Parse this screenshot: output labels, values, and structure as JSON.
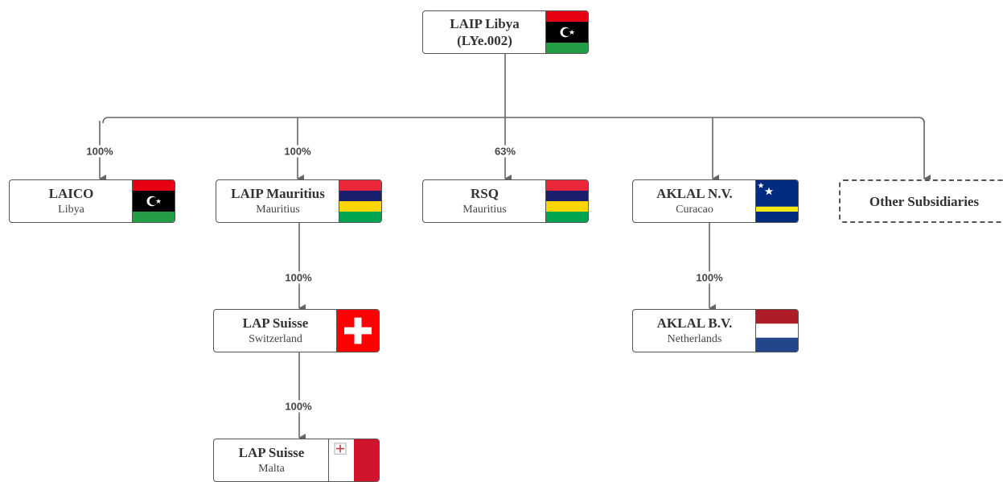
{
  "nodes": {
    "root": {
      "name": "LAIP Libya",
      "sub": "(LYe.002)",
      "flag": "libya-flag-icon"
    },
    "laico": {
      "name": "LAICO",
      "sub": "Libya",
      "flag": "libya-flag-icon"
    },
    "laip_mauritius": {
      "name": "LAIP Mauritius",
      "sub": "Mauritius",
      "flag": "mauritius-flag-icon"
    },
    "rsq": {
      "name": "RSQ",
      "sub": "Mauritius",
      "flag": "mauritius-flag-icon"
    },
    "aklal_nv": {
      "name": "AKLAL N.V.",
      "sub": "Curacao",
      "flag": "curacao-flag-icon"
    },
    "other": {
      "name": "Other Subsidiaries"
    },
    "lap_suisse_ch": {
      "name": "LAP Suisse",
      "sub": "Switzerland",
      "flag": "switzerland-flag-icon"
    },
    "aklal_bv": {
      "name": "AKLAL B.V.",
      "sub": "Netherlands",
      "flag": "netherlands-flag-icon"
    },
    "lap_suisse_mt": {
      "name": "LAP Suisse",
      "sub": "Malta",
      "flag": "malta-flag-icon"
    }
  },
  "edges": {
    "laico": "100%",
    "laip_mauritius": "100%",
    "rsq": "63%",
    "lap_suisse_ch": "100%",
    "aklal_bv": "100%",
    "lap_suisse_mt": "100%"
  },
  "colors": {
    "line": "#666666",
    "border": "#555555",
    "libya_red": "#E70013",
    "libya_black": "#000000",
    "libya_green": "#239E46",
    "mauritius_red": "#EA2839",
    "mauritius_blue": "#1A206D",
    "mauritius_yellow": "#FFD500",
    "mauritius_green": "#00A551",
    "curacao_blue": "#002B7F",
    "curacao_yellow": "#F9E814",
    "swiss_red": "#FF0000",
    "malta_red": "#CF142B",
    "nl_red": "#AE1C28",
    "nl_blue": "#21468B"
  }
}
